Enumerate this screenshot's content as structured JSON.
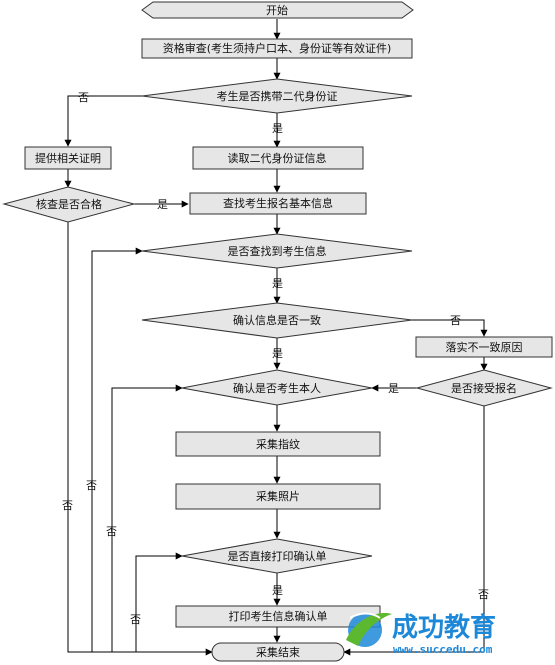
{
  "nodes": {
    "start": "开始",
    "qualification_check": "资格审查(考生须持户口本、身份证等有效证件)",
    "has_id_card_decision": "考生是否携带二代身份证",
    "provide_proof": "提供相关证明",
    "read_id_card": "读取二代身份证信息",
    "verify_ok_decision": "核查是否合格",
    "lookup_registration": "查找考生报名基本信息",
    "found_decision": "是否查找到考生信息",
    "info_consistent_decision": "确认信息是否一致",
    "find_cause": "落实不一致原因",
    "accept_decision": "是否接受报名",
    "is_candidate_decision": "确认是否考生本人",
    "collect_fingerprint": "采集指纹",
    "collect_photo": "采集照片",
    "print_direct_decision": "是否直接打印确认单",
    "print_confirmation": "打印考生信息确认单",
    "end": "采集结束"
  },
  "edge_labels": {
    "yes": "是",
    "no": "否"
  },
  "watermark": {
    "name": "成功教育",
    "url": "www.succedu.com"
  },
  "colors": {
    "node_fill": "#e6e6e6",
    "node_stroke": "#333333",
    "line": "#000000",
    "brand_blue": "#1e88d8",
    "brand_green": "#5cb82e"
  }
}
